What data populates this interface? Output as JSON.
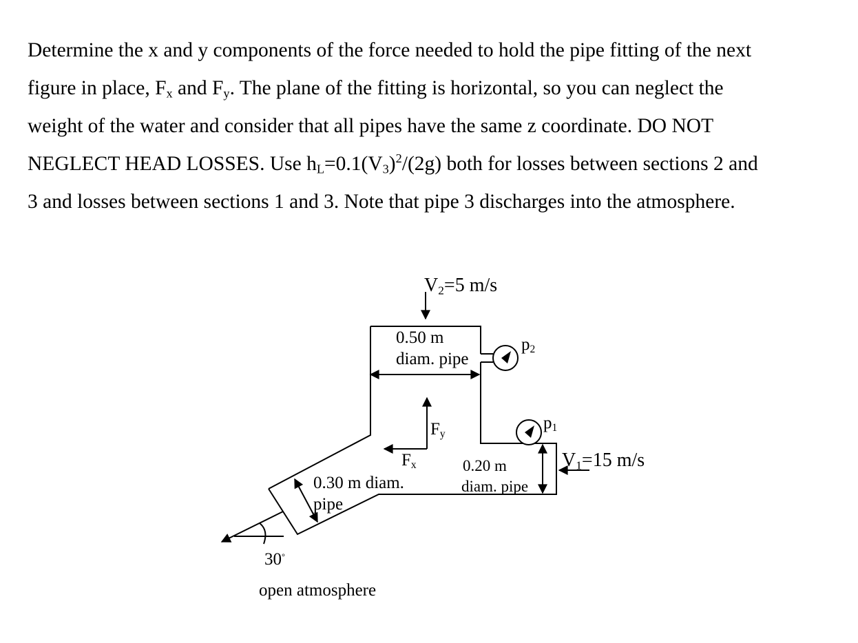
{
  "problem": {
    "line1": "Determine the x and y components of the force needed to hold the pipe fitting of the next",
    "line2_a": "figure in place, F",
    "line2_sub1": "x",
    "line2_b": " and F",
    "line2_sub2": "y",
    "line2_c": ". The plane of the fitting is horizontal, so you can neglect the",
    "line3": "weight of the water and consider that all pipes have the same z coordinate. DO NOT",
    "line4_a": "NEGLECT HEAD LOSSES. Use h",
    "line4_sub1": "L",
    "line4_b": "=0.1(V",
    "line4_sub2": "3",
    "line4_c": ")",
    "line4_sup": "2",
    "line4_d": "/(2g) both for losses between sections 2 and",
    "line5": "3 and losses between sections 1 and 3. Note that pipe 3 discharges into the atmosphere."
  },
  "figure": {
    "v2": {
      "prefix": "V",
      "sub": "2",
      "suffix": "=5 m/s"
    },
    "pipe2": {
      "line1": "0.50 m",
      "line2": "diam. pipe"
    },
    "p2": {
      "prefix": "p",
      "sub": "2"
    },
    "p1": {
      "prefix": "p",
      "sub": "1"
    },
    "fy": {
      "prefix": "F",
      "sub": "y"
    },
    "fx": {
      "prefix": "F",
      "sub": "x"
    },
    "pipe1": {
      "line1": "0.20 m",
      "line2": "diam. pipe"
    },
    "v1": {
      "prefix": "V",
      "sub": "1",
      "suffix": "=15 m/s"
    },
    "pipe3": {
      "line1": "0.30 m diam.",
      "line2": "pipe"
    },
    "angle": {
      "value": "30",
      "unit": "°"
    },
    "outlet": "open atmosphere"
  }
}
